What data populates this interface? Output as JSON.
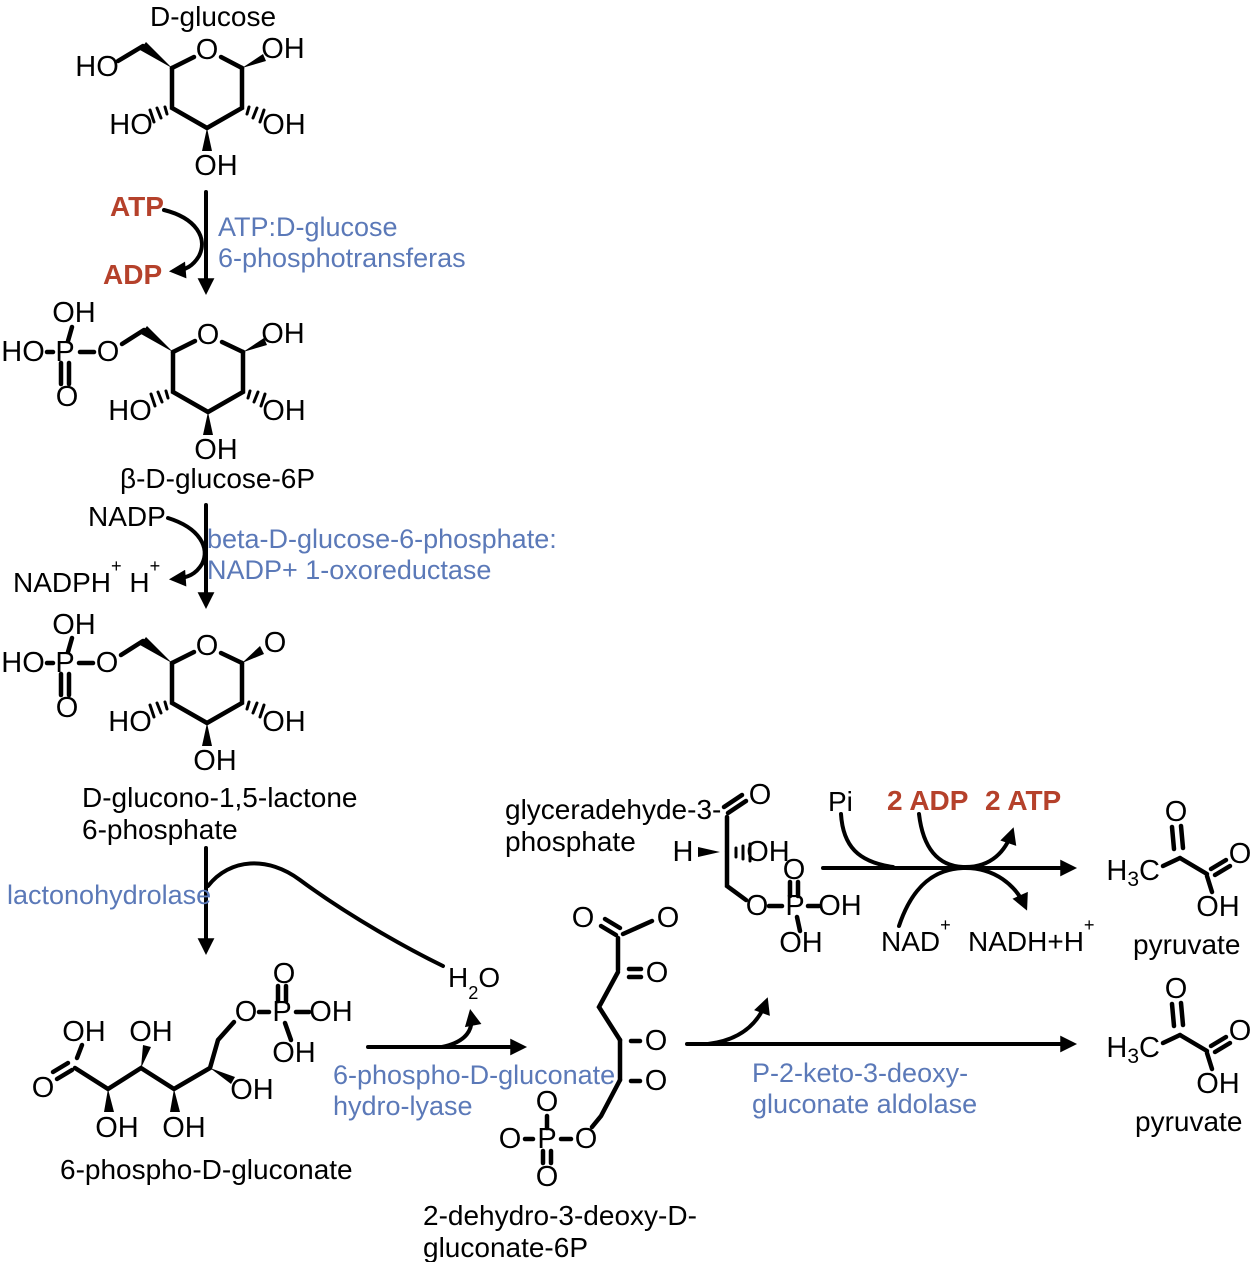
{
  "colors": {
    "enzyme_text": "#5b79b8",
    "cofactor_text": "#b5412b",
    "ink": "#000000",
    "background": "#ffffff"
  },
  "compound_labels": {
    "d_glucose": "D-glucose",
    "beta_d_glucose_6p": "β-D-glucose-6P",
    "lactone_line1": "D-glucono-1,5-lactone",
    "lactone_line2": "6-phosphate",
    "gluconate": "6-phospho-D-gluconate",
    "kdpg_line1": "2-dehydro-3-deoxy-D-",
    "kdpg_line2": "gluconate-6P",
    "g3p_line1": "glyceradehyde-3-",
    "g3p_line2": "phosphate",
    "pyruvate_top": "pyruvate",
    "pyruvate_bottom": "pyruvate"
  },
  "enzyme_labels": {
    "phosphotransferase_line1": "ATP:D-glucose",
    "phosphotransferase_line2": "6-phosphotransferas",
    "oxoreductase_line1": "beta-D-glucose-6-phosphate:",
    "oxoreductase_line2": "NADP+ 1-oxoreductase",
    "lactonohydrolase": "lactonohydrolase",
    "hydrolyase_line1": "6-phospho-D-gluconate",
    "hydrolyase_line2": "hydro-lyase",
    "aldolase_line1": "P-2-keto-3-deoxy-",
    "aldolase_line2": "gluconate aldolase"
  },
  "cofactors": {
    "atp": "ATP",
    "adp": "ADP",
    "nadp": "NADP",
    "nadph": {
      "b1": "NADPH",
      "s1": "+",
      "b2": " H",
      "s2": "+"
    },
    "h2o": {
      "b1": "H",
      "sub": "2",
      "b2": "O"
    },
    "pi": "Pi",
    "adp2": "2 ADP",
    "atp2": "2 ATP",
    "nad": {
      "b1": "NAD",
      "s1": "+"
    },
    "nadh": {
      "b1": "NADH+H",
      "s1": "+"
    }
  },
  "atoms": {
    "glucose": [
      "O",
      "HO",
      "OH",
      "OH",
      "HO",
      "OH"
    ],
    "g6p": [
      "OH",
      "HO",
      "P",
      "O",
      "O",
      "O",
      "OH",
      "OH",
      "HO",
      "OH"
    ],
    "lactone": [
      "OH",
      "HO",
      "P",
      "O",
      "O",
      "O",
      "O",
      "OH",
      "HO",
      "OH"
    ],
    "gluconate": [
      "OH",
      "OH",
      "O",
      "OH",
      "OH",
      "OH",
      "O",
      "P",
      "OH",
      "O",
      "OH"
    ],
    "kdpg": [
      "O",
      "O",
      "O",
      "O",
      "O",
      "O",
      "O",
      "P",
      "O",
      "O"
    ],
    "g3p": [
      "O",
      "H",
      "OH",
      "O",
      "P",
      "O",
      "OH",
      "OH"
    ],
    "pyruvate_top": {
      "h": "H",
      "h_sub": "3",
      "c": "C",
      "o_keto": "O",
      "o_carboxyl": "O",
      "oh": "OH"
    },
    "pyruvate_bottom": {
      "h": "H",
      "h_sub": "3",
      "c": "C",
      "o_keto": "O",
      "o_carboxyl": "O",
      "oh": "OH"
    }
  }
}
